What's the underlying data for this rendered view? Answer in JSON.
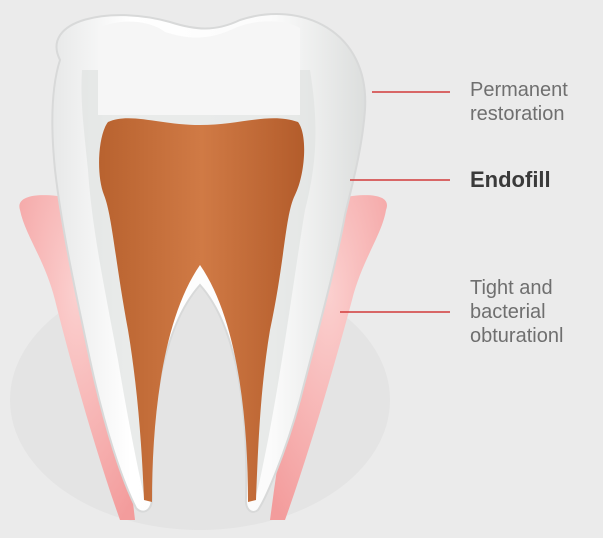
{
  "diagram": {
    "labels": [
      {
        "text": "Permanent\nrestoration",
        "emphasis": false
      },
      {
        "text": "Endofill",
        "emphasis": true
      },
      {
        "text": "Tight and\nbacterial\nobturationl",
        "emphasis": false
      }
    ],
    "colors": {
      "background": "#ebebeb",
      "enamel": "#f7f7f7",
      "filling": "#c8703f",
      "gum": "#f2a3a3",
      "leader_line": "#d23a3a",
      "label_text": "#6f6f6f",
      "label_emphasis": "#3a3a3a"
    }
  }
}
